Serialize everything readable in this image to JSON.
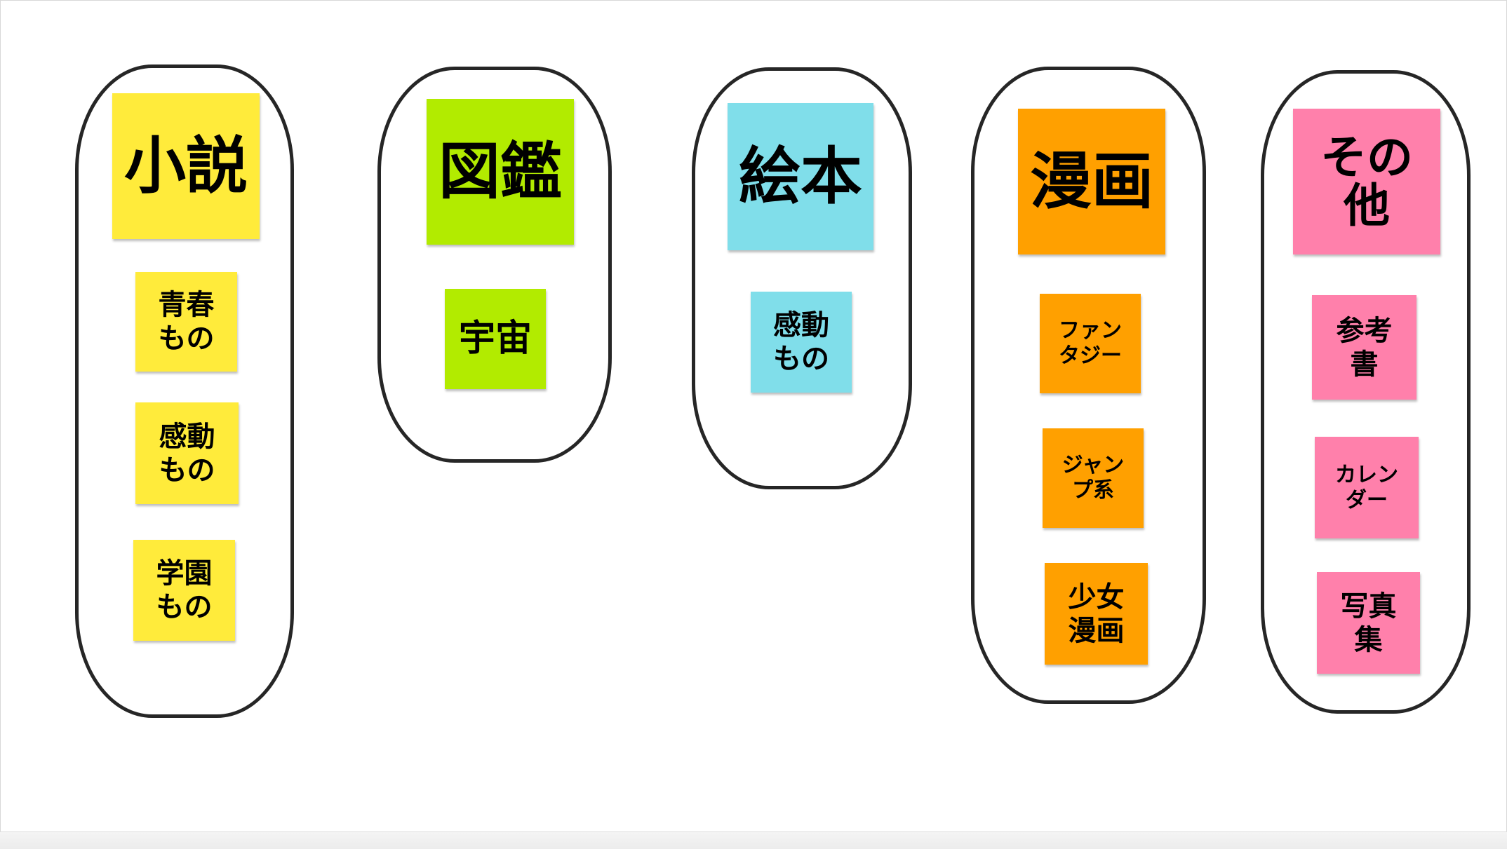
{
  "colors": {
    "novel": "#ffeb3b",
    "encyclopedia": "#b2eb00",
    "picture_book": "#80deea",
    "manga": "#ffa000",
    "other": "#ff80ab",
    "outline": "#262626"
  },
  "groups": [
    {
      "title": "小説",
      "items": [
        "青春\nもの",
        "感動\nもの",
        "学園\nもの"
      ]
    },
    {
      "title": "図鑑",
      "items": [
        "宇宙"
      ]
    },
    {
      "title": "絵本",
      "items": [
        "感動\nもの"
      ]
    },
    {
      "title": "漫画",
      "items": [
        "ファン\nタジー",
        "ジャン\nプ系",
        "少女\n漫画"
      ]
    },
    {
      "title": "その\n他",
      "items": [
        "参考\n書",
        "カレン\nダー",
        "写真\n集"
      ]
    }
  ]
}
